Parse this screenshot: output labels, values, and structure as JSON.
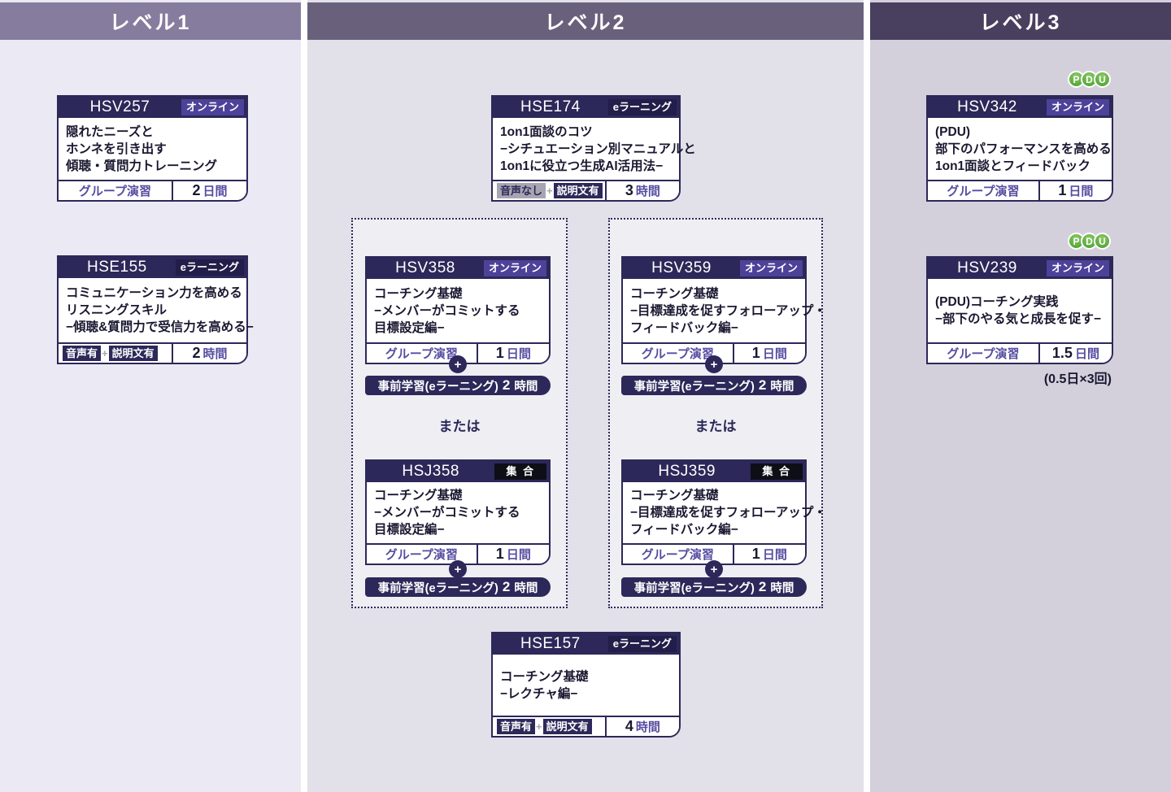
{
  "levels": [
    {
      "label": "レベル1"
    },
    {
      "label": "レベル2"
    },
    {
      "label": "レベル3"
    }
  ],
  "or_label": "または",
  "badge_join": "+",
  "pre_pill": {
    "label": "事前学習(eラーニング)",
    "value": "2",
    "unit": "時間"
  },
  "pdu_badge": {
    "letters": [
      "P",
      "D",
      "U"
    ]
  },
  "cards": {
    "hsv257": {
      "code": "HSV257",
      "tag": "オンライン",
      "lines": [
        "隠れたニーズと",
        "ホンネを引き出す",
        "傾聴・質問力トレーニング"
      ],
      "footer_left": "グループ演習",
      "duration_value": "2",
      "duration_unit": "日間"
    },
    "hse155": {
      "code": "HSE155",
      "tag": "eラーニング",
      "lines": [
        "コミュニケーション力を高める",
        "リスニングスキル",
        "−傾聴&質問力で受信力を高める−"
      ],
      "badge_audio": "音声有",
      "badge_desc": "説明文有",
      "duration_value": "2",
      "duration_unit": "時間"
    },
    "hse174": {
      "code": "HSE174",
      "tag": "eラーニング",
      "lines": [
        "1on1面談のコツ",
        "−シチュエーション別マニュアルと",
        "1on1に役立つ生成AI活用法−"
      ],
      "badge_audio": "音声なし",
      "badge_desc": "説明文有",
      "duration_value": "3",
      "duration_unit": "時間"
    },
    "hsv358": {
      "code": "HSV358",
      "tag": "オンライン",
      "lines": [
        "コーチング基礎",
        "−メンバーがコミットする",
        "目標設定編−"
      ],
      "footer_left": "グループ演習",
      "duration_value": "1",
      "duration_unit": "日間"
    },
    "hsj358": {
      "code": "HSJ358",
      "tag": "集 合",
      "lines": [
        "コーチング基礎",
        "−メンバーがコミットする",
        "目標設定編−"
      ],
      "footer_left": "グループ演習",
      "duration_value": "1",
      "duration_unit": "日間"
    },
    "hsv359": {
      "code": "HSV359",
      "tag": "オンライン",
      "lines": [
        "コーチング基礎",
        "−目標達成を促すフォローアップ・",
        "フィードバック編−"
      ],
      "footer_left": "グループ演習",
      "duration_value": "1",
      "duration_unit": "日間"
    },
    "hsj359": {
      "code": "HSJ359",
      "tag": "集 合",
      "lines": [
        "コーチング基礎",
        "−目標達成を促すフォローアップ・",
        "フィードバック編−"
      ],
      "footer_left": "グループ演習",
      "duration_value": "1",
      "duration_unit": "日間"
    },
    "hse157": {
      "code": "HSE157",
      "tag": "eラーニング",
      "lines": [
        "コーチング基礎",
        "−レクチャ編−"
      ],
      "badge_audio": "音声有",
      "badge_desc": "説明文有",
      "duration_value": "4",
      "duration_unit": "時間"
    },
    "hsv342": {
      "code": "HSV342",
      "tag": "オンライン",
      "lines": [
        "(PDU)",
        "部下のパフォーマンスを高める",
        "1on1面談とフィードバック"
      ],
      "footer_left": "グループ演習",
      "duration_value": "1",
      "duration_unit": "日間"
    },
    "hsv239": {
      "code": "HSV239",
      "tag": "オンライン",
      "lines": [
        "(PDU)コーチング実践",
        "−部下のやる気と成長を促す−"
      ],
      "footer_left": "グループ演習",
      "duration_value": "1.5",
      "duration_unit": "日間",
      "note": "(0.5日×3回)"
    }
  },
  "colors": {
    "navy": "#2c2859",
    "accent_purple": "#564da1",
    "tag_online": "#4c4299",
    "tag_elearning": "#211e49",
    "tag_group": "#0e0e16",
    "badge_gray": "#a7a5b1",
    "level1_header": "#867d9e",
    "level2_header": "#69617c",
    "level3_header": "#493f5f",
    "level1_bg": "#ebe9f3",
    "level2_bg": "#e2e0e9",
    "level3_bg": "#d3d0dc",
    "pdu_green": "#469e29"
  }
}
